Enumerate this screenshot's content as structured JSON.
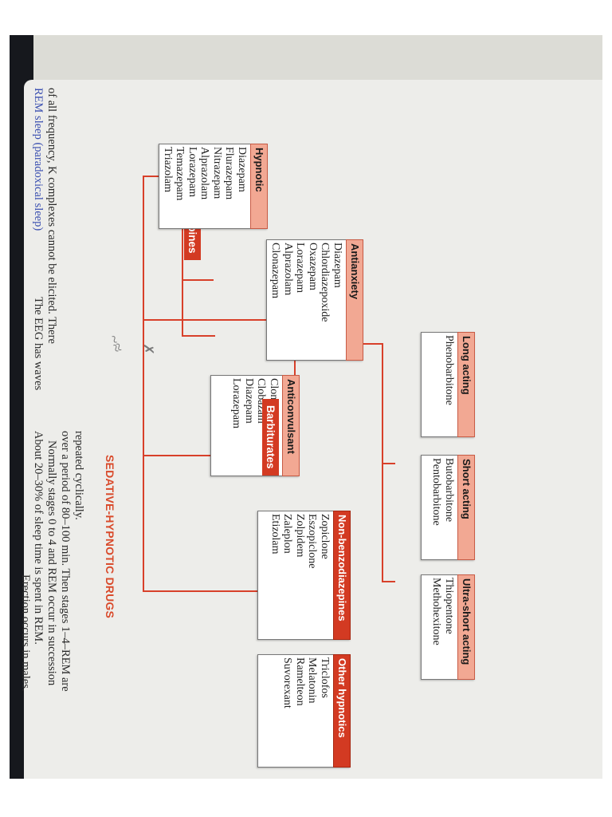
{
  "page_text": {
    "line1": "REM sleep (paradoxical sleep)",
    "line2": "of all frequency, K complexes cannot be elicited. There",
    "line3": "The EEG has waves",
    "right1": "About 20–30% of sleep time is spent in REM.",
    "right2": "Normally stages 0 to 4 and REM occur in succession",
    "right3": "over a period of 80–100 min. Then stages 1–4–REM are",
    "right4": "repeated cyclically.",
    "right0": "Erection occurs in males."
  },
  "diagram": {
    "title": "SEDATIVE-HYPNOTIC DRUGS",
    "benzodiazepines": {
      "label": "Benzodiazepines",
      "hypnotic": {
        "title": "Hypnotic",
        "items": [
          "Diazepam",
          "Flurazepam",
          "Nitrazepam",
          "Alprazolam",
          "Lorazepam",
          "Temazepam",
          "Triazolam"
        ]
      },
      "antianxiety": {
        "title": "Antianxiety",
        "items": [
          "Diazepam",
          "Chlordiazepoxide",
          "Oxazepam",
          "Lorazepam",
          "Alprazolam",
          "Clonazepam"
        ]
      },
      "anticonvulsant": {
        "title": "Anticonvulsant",
        "items": [
          "Clonazepam",
          "Clobazam",
          "Diazepam",
          "Lorazepam"
        ]
      }
    },
    "barbiturates": {
      "label": "Barbiturates",
      "long": {
        "title": "Long acting",
        "items": [
          "Phenobarbitone"
        ]
      },
      "short": {
        "title": "Short acting",
        "items": [
          "Butobarbitone",
          "Pentobarbitone"
        ]
      },
      "ultrashort": {
        "title": "Ultra-short acting",
        "items": [
          "Thiopentone",
          "Methohexitone"
        ]
      }
    },
    "nonbenzo": {
      "title": "Non-benzodiazepines",
      "items": [
        "Zopiclone",
        "Eszopiclone",
        "Zolpidem",
        "Zaleplon",
        "Etizolam"
      ]
    },
    "other": {
      "title": "Other hypnotics",
      "items": [
        "Triclofos",
        "Melatonin",
        "Ramelteon",
        "Suvorexant"
      ]
    }
  },
  "colors": {
    "accent": "#d33a22",
    "header": "#f2a893",
    "line": "#d8402a"
  }
}
